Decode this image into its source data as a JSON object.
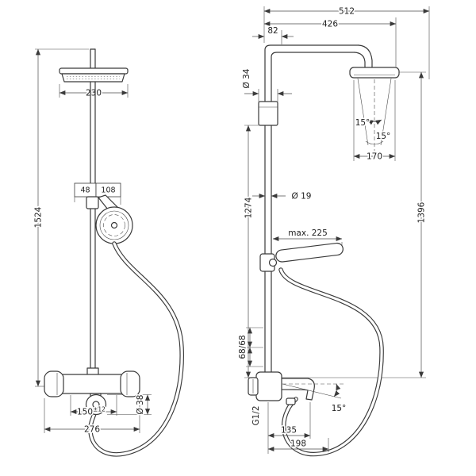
{
  "drawing": {
    "line_color": "#3a3a3a",
    "background": "#ffffff"
  },
  "front_view": {
    "dims": {
      "head_width": "230",
      "handshower_offset_inner": "48",
      "handshower_offset_outer": "108",
      "overall_height": "1524",
      "connection_distance": "150",
      "connection_tolerance": "±12",
      "spout_diameter": "Ø 38",
      "valve_width": "276"
    }
  },
  "side_view": {
    "dims": {
      "overall_depth": "512",
      "arm_projection": "426",
      "wall_to_riser": "82",
      "escutcheon_diameter": "Ø 34",
      "spray_angle_upper": "15°",
      "spray_angle_lower": "15°",
      "head_diameter": "170",
      "riser_diameter": "Ø 19",
      "riser_height": "1274",
      "head_height": "1396",
      "max_reach": "max. 225",
      "spout_offsets": "68/68",
      "connection_thread": "G1/2",
      "spout_reach": "135",
      "spout_reach_total": "198",
      "spout_angle": "15°"
    }
  }
}
